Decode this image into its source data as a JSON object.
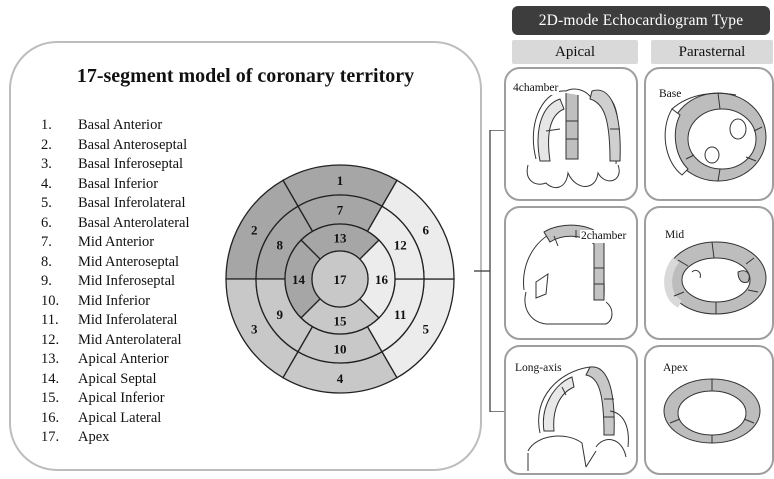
{
  "header": {
    "title": "2D-mode Echocardiogram Type"
  },
  "columns": {
    "apical": "Apical",
    "parasternal": "Parasternal"
  },
  "main": {
    "title": "17-segment model of coronary territory",
    "segments": [
      {
        "num": "1.",
        "name": "Basal Anterior"
      },
      {
        "num": "2.",
        "name": "Basal Anteroseptal"
      },
      {
        "num": "3.",
        "name": "Basal Inferoseptal"
      },
      {
        "num": "4.",
        "name": "Basal Inferior"
      },
      {
        "num": "5.",
        "name": "Basal Inferolateral"
      },
      {
        "num": "6.",
        "name": "Basal Anterolateral"
      },
      {
        "num": "7.",
        "name": "Mid Anterior"
      },
      {
        "num": "8.",
        "name": "Mid Anteroseptal"
      },
      {
        "num": "9.",
        "name": "Mid Inferoseptal"
      },
      {
        "num": "10.",
        "name": "Mid Inferior"
      },
      {
        "num": "11.",
        "name": "Mid Inferolateral"
      },
      {
        "num": "12.",
        "name": "Mid Anterolateral"
      },
      {
        "num": "13.",
        "name": "Apical Anterior"
      },
      {
        "num": "14.",
        "name": "Apical Septal"
      },
      {
        "num": "15.",
        "name": "Apical Inferior"
      },
      {
        "num": "16.",
        "name": "Apical Lateral"
      },
      {
        "num": "17.",
        "name": "Apex"
      }
    ]
  },
  "bullseye": {
    "labels": [
      "1",
      "2",
      "3",
      "4",
      "5",
      "6",
      "7",
      "8",
      "9",
      "10",
      "11",
      "12",
      "13",
      "14",
      "15",
      "16",
      "17"
    ],
    "colors": {
      "dark": "#a6a6a6",
      "medium": "#c8c8c8",
      "light": "#ececec",
      "stroke": "#222222"
    }
  },
  "views": {
    "apical": [
      {
        "label": "4chamber"
      },
      {
        "label": "2chamber"
      },
      {
        "label": "Long-axis"
      }
    ],
    "parasternal": [
      {
        "label": "Base"
      },
      {
        "label": "Mid"
      },
      {
        "label": "Apex"
      }
    ]
  }
}
